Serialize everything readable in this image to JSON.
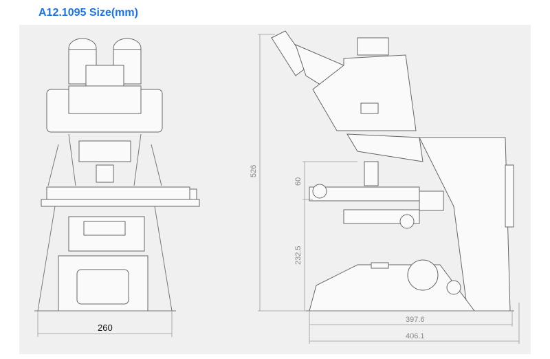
{
  "title": "A12.1095 Size(mm)",
  "front_view": {
    "width_label": "260"
  },
  "side_view": {
    "height_label": "526",
    "stage_gap_label": "60",
    "stage_height_label": "232.5",
    "base_depth_label": "397.6",
    "total_depth_label": "406.1"
  },
  "colors": {
    "title": "#1a73e8",
    "panel": "#f0f0f0"
  }
}
